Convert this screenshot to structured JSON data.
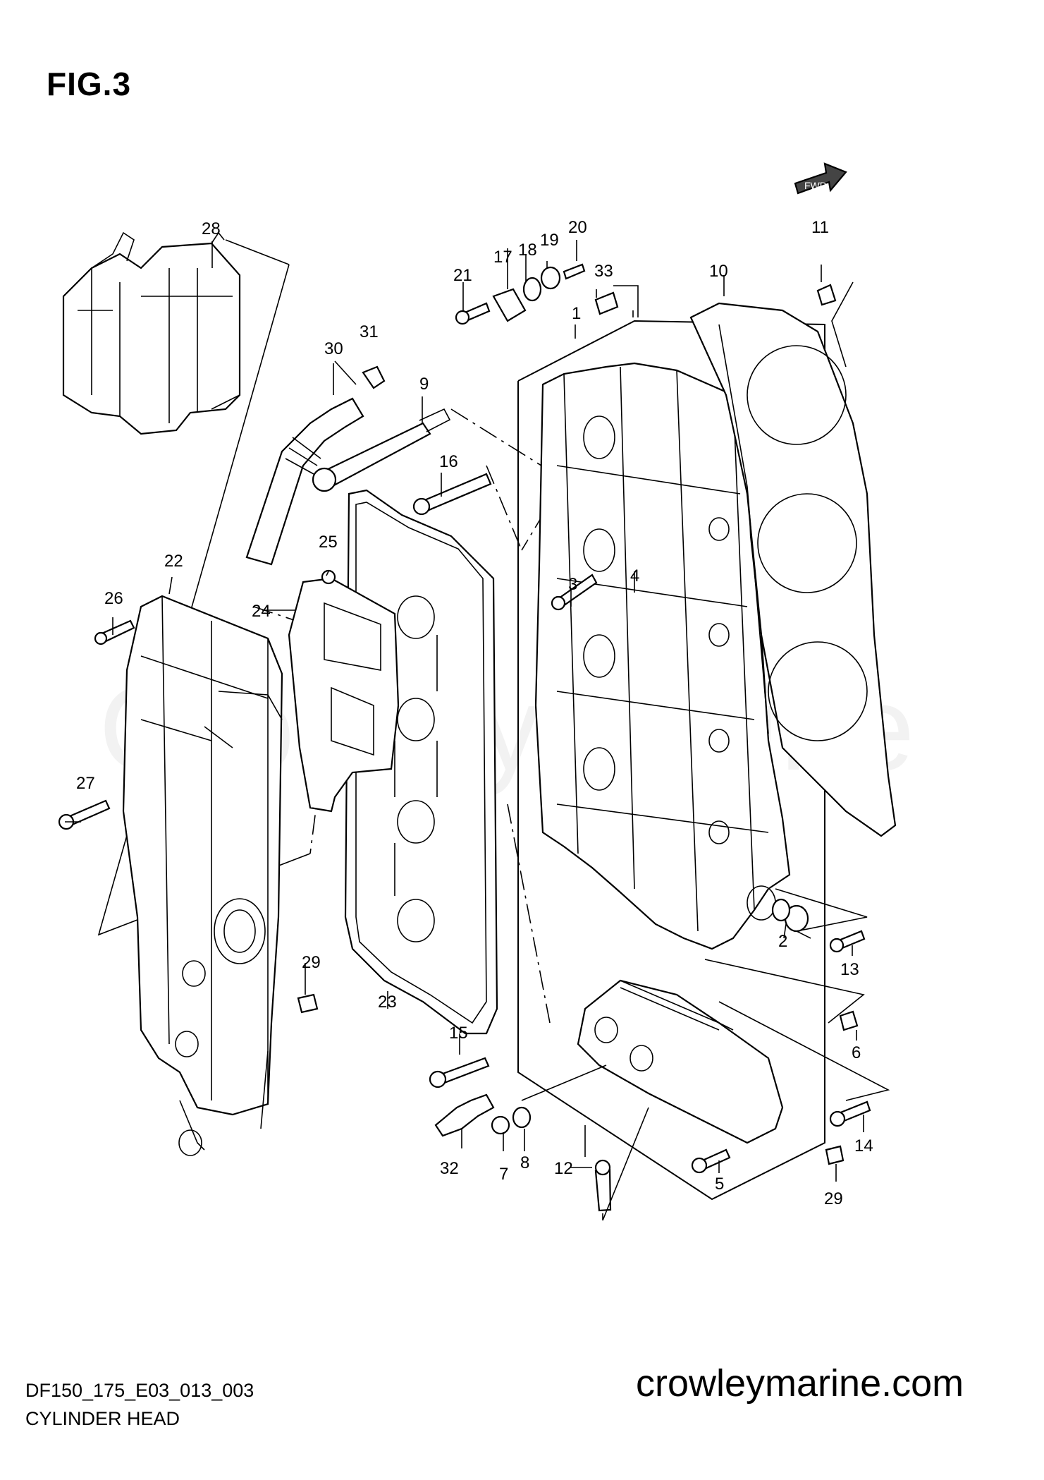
{
  "figure": {
    "title": "FIG.3",
    "code": "DF150_175_E03_013_003",
    "name": "CYLINDER HEAD",
    "site": "crowleymarine.com",
    "watermark": "CrowleyMarine",
    "fwd_label": "FWD"
  },
  "callouts": [
    {
      "id": "c1",
      "label": "1"
    },
    {
      "id": "c2",
      "label": "2"
    },
    {
      "id": "c3",
      "label": "3"
    },
    {
      "id": "c4",
      "label": "4"
    },
    {
      "id": "c5",
      "label": "5"
    },
    {
      "id": "c6",
      "label": "6"
    },
    {
      "id": "c7",
      "label": "7"
    },
    {
      "id": "c8",
      "label": "8"
    },
    {
      "id": "c9",
      "label": "9"
    },
    {
      "id": "c10",
      "label": "10"
    },
    {
      "id": "c11",
      "label": "11"
    },
    {
      "id": "c12",
      "label": "12"
    },
    {
      "id": "c13",
      "label": "13"
    },
    {
      "id": "c14",
      "label": "14"
    },
    {
      "id": "c15",
      "label": "15"
    },
    {
      "id": "c16",
      "label": "16"
    },
    {
      "id": "c17",
      "label": "17"
    },
    {
      "id": "c18",
      "label": "18"
    },
    {
      "id": "c19",
      "label": "19"
    },
    {
      "id": "c20",
      "label": "20"
    },
    {
      "id": "c21",
      "label": "21"
    },
    {
      "id": "c22",
      "label": "22"
    },
    {
      "id": "c23",
      "label": "23"
    },
    {
      "id": "c24",
      "label": "24"
    },
    {
      "id": "c25",
      "label": "25"
    },
    {
      "id": "c26",
      "label": "26"
    },
    {
      "id": "c27",
      "label": "27"
    },
    {
      "id": "c28",
      "label": "28"
    },
    {
      "id": "c29a",
      "label": "29"
    },
    {
      "id": "c29b",
      "label": "29"
    },
    {
      "id": "c30",
      "label": "30"
    },
    {
      "id": "c31",
      "label": "31"
    },
    {
      "id": "c32",
      "label": "32"
    },
    {
      "id": "c33",
      "label": "33"
    }
  ]
}
